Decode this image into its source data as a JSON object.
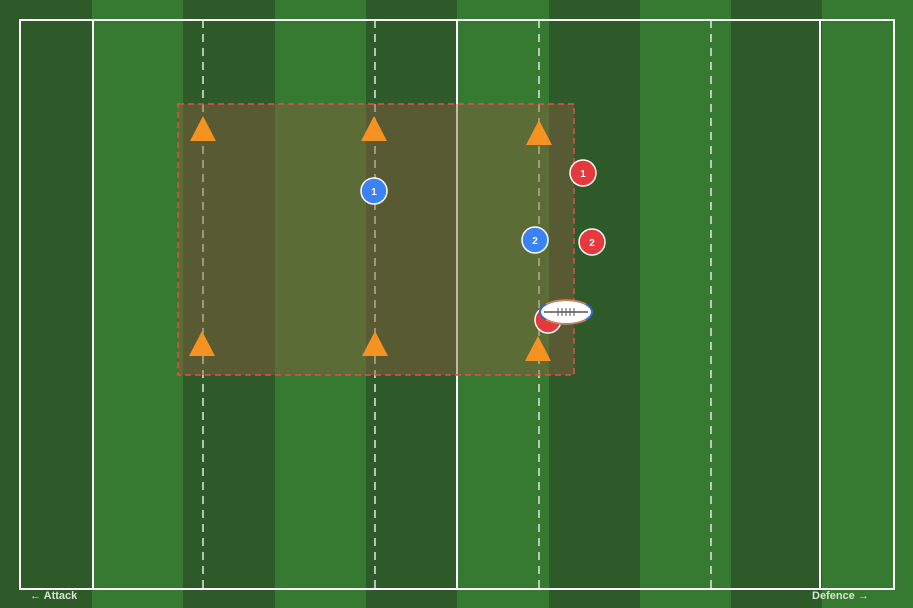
{
  "colors": {
    "stripe_dark": "#2e5a2a",
    "stripe_light": "#367a32",
    "line": "#ffffff",
    "zone_fill": "#8a5a3c",
    "zone_border": "#e05050",
    "cone": "#f59222",
    "attacker": "#3b82f6",
    "defender": "#e5393d",
    "ball_outline": "#3a66c9",
    "ball_stripe": "#e0823a"
  },
  "labels": {
    "attack": "← Attack",
    "defence": "Defence →"
  },
  "attackers": [
    {
      "number": "1"
    },
    {
      "number": "2"
    }
  ],
  "defenders": [
    {
      "number": "1"
    },
    {
      "number": "2"
    },
    {
      "number": ""
    }
  ],
  "icons": {
    "cone": "cone-icon",
    "ball": "rugby-ball-icon"
  }
}
